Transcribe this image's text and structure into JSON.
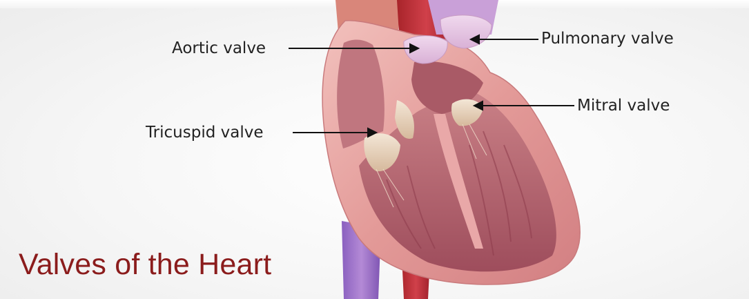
{
  "title": "Valves of the Heart",
  "labels": {
    "aortic": "Aortic valve",
    "pulmonary": "Pulmonary valve",
    "mitral": "Mitral valve",
    "tricuspid": "Tricuspid valve"
  },
  "colors": {
    "title": "#8b1c1c",
    "label_text": "#222222",
    "arrow": "#111111",
    "myocardium": "#e8a0a0",
    "chamber_interior": "#b8646e",
    "aorta": "#c0392b",
    "pulmonary_artery": "#b48ad6",
    "vena_cava": "#9b72c9",
    "valve": "#e9d3bd"
  }
}
